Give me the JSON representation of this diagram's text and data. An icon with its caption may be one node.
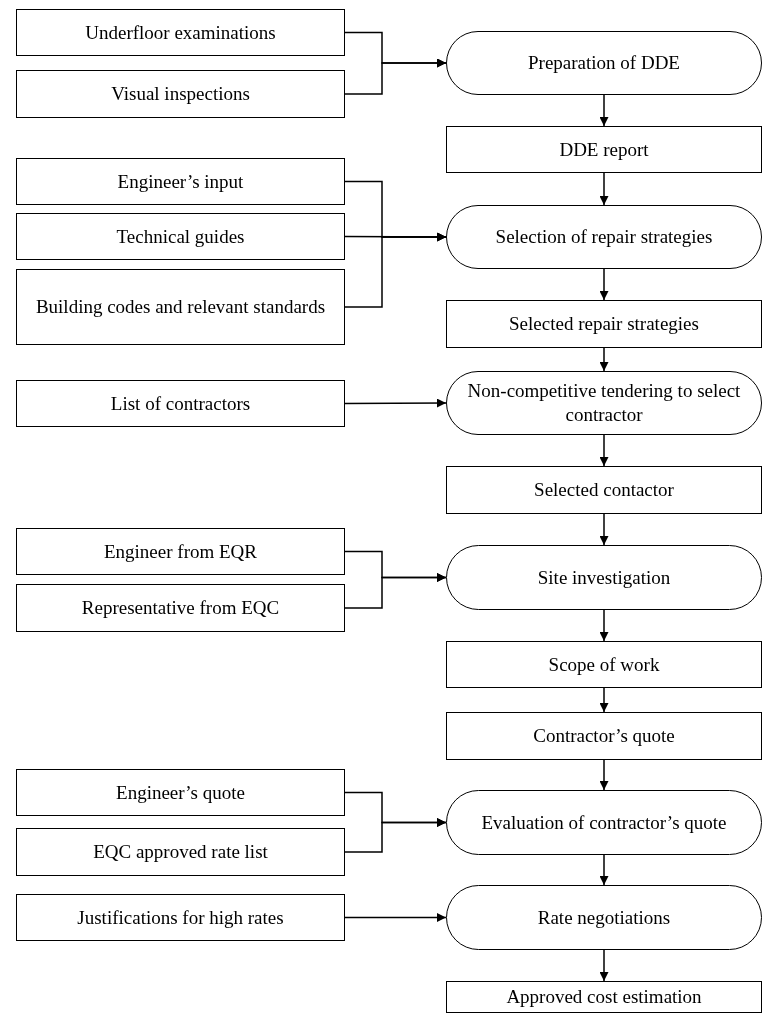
{
  "diagram": {
    "nodes": [
      {
        "text": [
          "Underfloor examinations"
        ]
      },
      {
        "text": [
          "Visual inspections"
        ]
      },
      {
        "text": [
          "Preparation of DDE"
        ]
      },
      {
        "text": [
          "DDE report"
        ]
      },
      {
        "text": [
          "Engineer’s input"
        ]
      },
      {
        "text": [
          "Technical guides"
        ]
      },
      {
        "text": [
          "Building codes and relevant standards"
        ]
      },
      {
        "text": [
          "Selection of repair strategies"
        ]
      },
      {
        "text": [
          "Selected repair strategies"
        ]
      },
      {
        "text": [
          "List of contractors"
        ]
      },
      {
        "text": [
          "Non-competitive tendering to select contractor"
        ]
      },
      {
        "text": [
          "Selected contactor"
        ]
      },
      {
        "text": [
          "Engineer from EQR"
        ]
      },
      {
        "text": [
          "Representative from EQC"
        ]
      },
      {
        "text": [
          "Site investigation"
        ]
      },
      {
        "text": [
          "Scope of work"
        ]
      },
      {
        "text": [
          "Contractor’s quote"
        ]
      },
      {
        "text": [
          "Engineer’s quote"
        ]
      },
      {
        "text": [
          "EQC approved rate list"
        ]
      },
      {
        "text": [
          "Evaluation of contractor’s quote"
        ]
      },
      {
        "text": [
          "Justifications for high rates"
        ]
      },
      {
        "text": [
          "Rate negotiations"
        ]
      },
      {
        "text": [
          "Approved cost estimation"
        ]
      }
    ],
    "edges": [
      {
        "from": 0,
        "to": 2,
        "arrow": "to"
      },
      {
        "from": 1,
        "to": 2,
        "arrow": "to"
      },
      {
        "from": 2,
        "to": 3,
        "arrow": "to"
      },
      {
        "from": 3,
        "to": 7,
        "arrow": "to"
      },
      {
        "from": 4,
        "to": 7,
        "arrow": "to"
      },
      {
        "from": 5,
        "to": 7,
        "arrow": "to"
      },
      {
        "from": 6,
        "to": 7,
        "arrow": "to"
      },
      {
        "from": 7,
        "to": 8,
        "arrow": "to"
      },
      {
        "from": 8,
        "to": 10,
        "arrow": "to"
      },
      {
        "from": 9,
        "to": 10,
        "arrow": "to"
      },
      {
        "from": 10,
        "to": 11,
        "arrow": "to"
      },
      {
        "from": 11,
        "to": 14,
        "arrow": "to"
      },
      {
        "from": 12,
        "to": 14,
        "arrow": "to"
      },
      {
        "from": 13,
        "to": 14,
        "arrow": "to"
      },
      {
        "from": 14,
        "to": 15,
        "arrow": "to"
      },
      {
        "from": 15,
        "to": 16,
        "arrow": "to"
      },
      {
        "from": 16,
        "to": 19,
        "arrow": "to"
      },
      {
        "from": 17,
        "to": 19,
        "arrow": "to"
      },
      {
        "from": 18,
        "to": 19,
        "arrow": "to"
      },
      {
        "from": 19,
        "to": 21,
        "arrow": "to"
      },
      {
        "from": 20,
        "to": 21,
        "arrow": "to"
      },
      {
        "from": 21,
        "to": 22,
        "arrow": "to"
      }
    ]
  }
}
